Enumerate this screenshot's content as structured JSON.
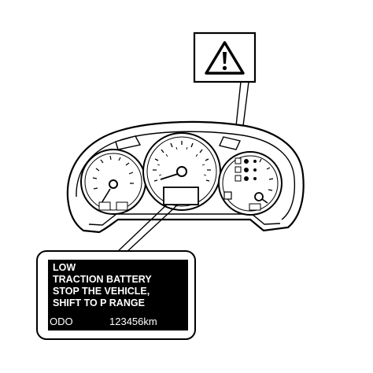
{
  "display_message": {
    "lines": [
      "LOW",
      "TRACTION BATTERY",
      "STOP THE VEHICLE,",
      "SHIFT TO P RANGE"
    ],
    "odo_label": "ODO",
    "odo_value": "123456km"
  },
  "warning_callout": {
    "icon": "warning-triangle-icon",
    "symbol": "!"
  },
  "colors": {
    "line": "#000000",
    "display_background": "#000000",
    "display_text": "#ffffff",
    "background": "#ffffff"
  }
}
